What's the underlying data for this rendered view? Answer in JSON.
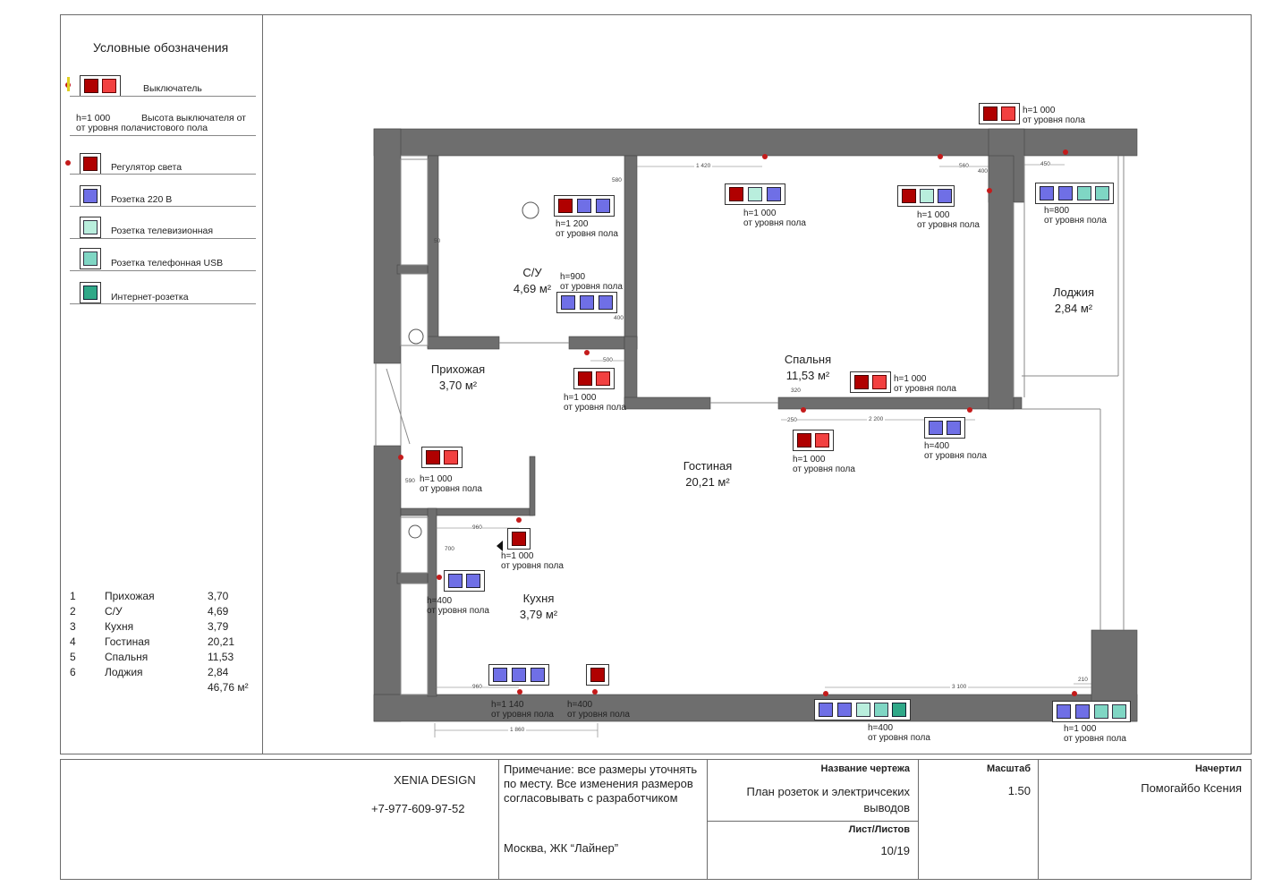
{
  "legend": {
    "title": "Условные обозначения",
    "switch": "Выключатель",
    "height_symbol_l1": "h=1 000",
    "height_symbol_l2": "от уровня пола",
    "height_text_l1": "Высота выключателя от",
    "height_text_l2": "чистового пола",
    "dimmer": "Регулятор света",
    "socket220": "Розетка 220 В",
    "tv": "Розетка телевизионная",
    "usb": "Розетка телефонная USB",
    "internet": "Интернет-розетка"
  },
  "areas": {
    "rows": [
      {
        "n": "1",
        "name": "Прихожая",
        "value": "3,70"
      },
      {
        "n": "2",
        "name": "С/У",
        "value": "4,69"
      },
      {
        "n": "3",
        "name": "Кухня",
        "value": "3,79"
      },
      {
        "n": "4",
        "name": "Гостиная",
        "value": "20,21"
      },
      {
        "n": "5",
        "name": "Спальня",
        "value": "11,53"
      },
      {
        "n": "6",
        "name": "Лоджия",
        "value": "2,84"
      }
    ],
    "total": "46,76 м²"
  },
  "rooms": {
    "su": {
      "name": "С/У",
      "area": "4,69 м²"
    },
    "hall": {
      "name": "Прихожая",
      "area": "3,70 м²"
    },
    "bedroom": {
      "name": "Спальня",
      "area": "11,53 м²"
    },
    "living": {
      "name": "Гостиная",
      "area": "20,21 м²"
    },
    "kitchen": {
      "name": "Кухня",
      "area": "3,79 м²"
    },
    "loggia": {
      "name": "Лоджия",
      "area": "2,84 м²"
    }
  },
  "notes": {
    "h1000": "h=1 000",
    "h1200": "h=1 200",
    "h900": "h=900",
    "h400": "h=400",
    "h800": "h=800",
    "h1140": "h=1 140",
    "floor": "от уровня пола"
  },
  "dims": {
    "d1420": "1 420",
    "d560": "560",
    "d400": "400",
    "d450": "450",
    "d580": "580",
    "d50": "50",
    "d500": "500",
    "d320": "320",
    "d250": "250",
    "d2200": "2 200",
    "d590": "590",
    "d960": "960",
    "d700": "700",
    "d3100": "3 100",
    "d210": "210",
    "d1860": "1 860"
  },
  "titleblock": {
    "company": "XENIA DESIGN",
    "phone": "+7-977-609-97-52",
    "note": "Примечание: все размеры уточнять по месту. Все изменения размеров согласовывать с разработчиком",
    "address": "Москва, ЖК “Лайнер”",
    "drawing_name_label": "Название чертежа",
    "drawing_name": "План розеток и электричсеких выводов",
    "sheet_label": "Лист/Листов",
    "sheet": "10/19",
    "scale_label": "Масштаб",
    "scale": "1.50",
    "drawn_label": "Начертил",
    "drawn_by": "Помогайбо Ксения"
  },
  "colors": {
    "wall": "#6e6e6e",
    "switch_dark": "#b00000",
    "switch_light": "#f24040",
    "socket": "#6f6fe6",
    "tv": "#b9eedd",
    "usb": "#7fd6c4",
    "internet": "#2fa888"
  }
}
